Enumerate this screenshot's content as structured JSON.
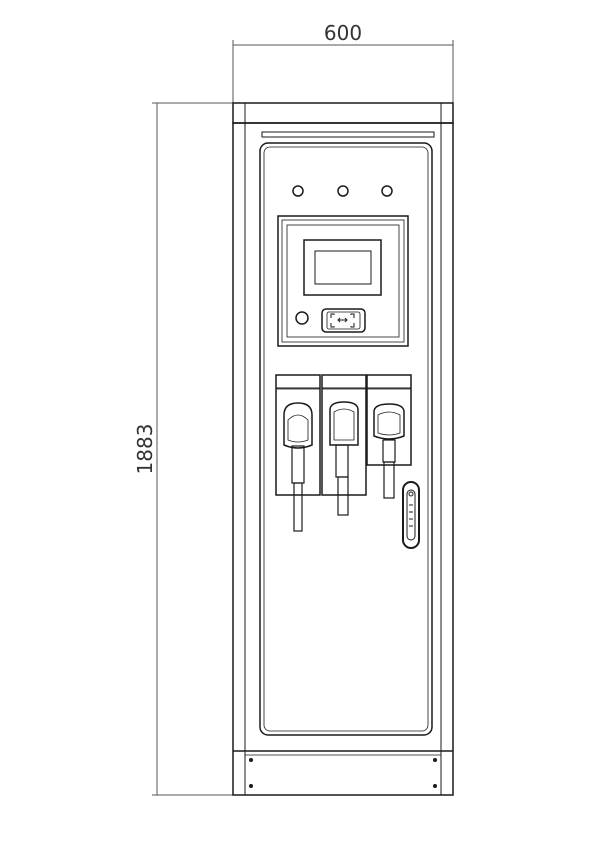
{
  "dimensions": {
    "width_label": "600",
    "height_label": "1883"
  },
  "colors": {
    "line": "#1a1a1a",
    "dimension": "#555555",
    "background": "#ffffff"
  },
  "indicators": {
    "count": 3
  },
  "connectors": {
    "count": 3
  }
}
